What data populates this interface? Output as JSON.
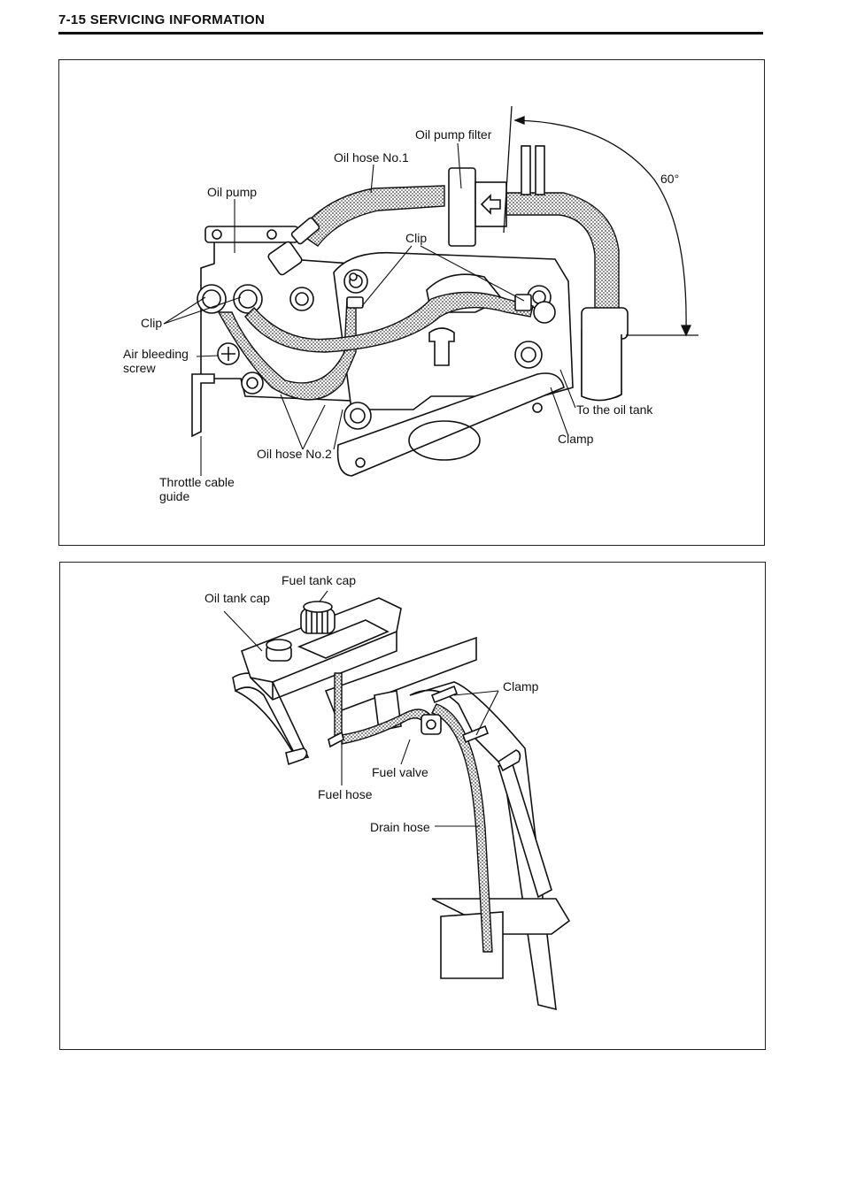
{
  "header": {
    "title": "7-15 SERVICING INFORMATION"
  },
  "figure1": {
    "labels": {
      "oil_pump_filter": "Oil pump filter",
      "oil_hose_no1": "Oil hose No.1",
      "oil_pump": "Oil pump",
      "angle": "60°",
      "clip_top": "Clip",
      "clip_left": "Clip",
      "air_bleeding_screw_line1": "Air bleeding",
      "air_bleeding_screw_line2": "screw",
      "to_the_oil_tank": "To the oil tank",
      "clamp": "Clamp",
      "oil_hose_no2": "Oil hose No.2",
      "throttle_cable_guide_line1": "Throttle cable",
      "throttle_cable_guide_line2": "guide"
    }
  },
  "figure2": {
    "labels": {
      "fuel_tank_cap": "Fuel tank cap",
      "oil_tank_cap": "Oil tank cap",
      "clamp": "Clamp",
      "fuel_valve": "Fuel valve",
      "fuel_hose": "Fuel hose",
      "drain_hose": "Drain hose"
    }
  }
}
